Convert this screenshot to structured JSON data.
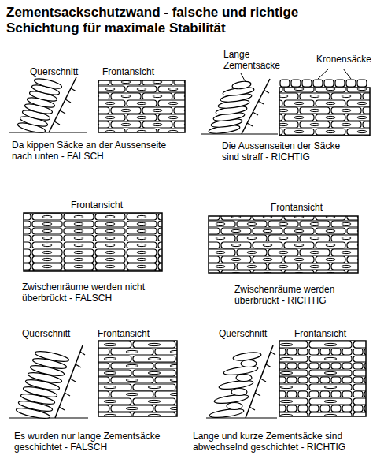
{
  "diagram": {
    "title": "Zementsackschutzwand - falsche und richtige Schichtung für maximale Stabilität",
    "labels": [
      "Querschnitt",
      "Frontansicht",
      "Lange Zementsäcke",
      "Kronensäcke",
      "Da kippen Säcke an der Aussenseite nach unten - FALSCH",
      "Die Aussenseiten der Säcke sind straff - RICHTIG",
      "Frontansicht",
      "Frontansicht",
      "Zwischenräume werden nicht überbrückt - FALSCH",
      "Zwischenräume werden überbrückt - RICHTIG",
      "Querschnitt",
      "Frontansicht",
      "Querschnitt",
      "Frontansicht",
      "Es wurden nur lange Zementsäcke geschichtet - FALSCH",
      "Lange und kurze Zementsäcke sind abwechselnd geschichtet - RICHTIG"
    ]
  }
}
